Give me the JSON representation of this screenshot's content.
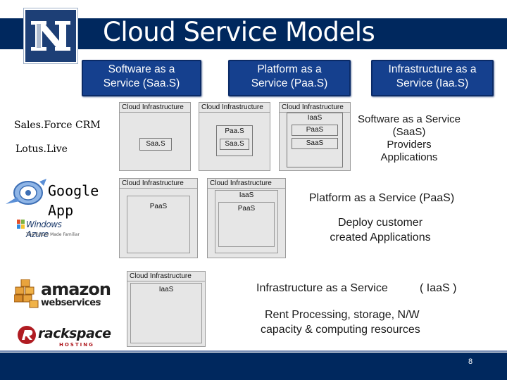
{
  "slide": {
    "title": "Cloud Service Models",
    "page_number": "8",
    "logo_letter": "N"
  },
  "models": [
    {
      "label_line1": "Software as a",
      "label_line2": "Service (Saa.S)"
    },
    {
      "label_line1": "Platform as a",
      "label_line2": "Service (Paa.S)"
    },
    {
      "label_line1": "Infrastructure as a",
      "label_line2": "Service (Iaa.S)"
    }
  ],
  "examples": {
    "salesforce": "Sales.Force CRM",
    "lotus": "Lotus.Live",
    "google_line1": "Google",
    "google_line2": "App",
    "azure": "Windows Azure",
    "azure_tagline": "The Future Made Familiar",
    "amazon_main": "amazon",
    "amazon_sub": "webservices",
    "amazon_tm": "™",
    "rackspace_main": "rackspace",
    "rackspace_sub": "HOSTING"
  },
  "diagram": {
    "cloud_infra": "Cloud Infrastructure",
    "saas": "SaaS",
    "paas": "PaaS",
    "iaas": "IaaS",
    "saas_stack_top": "Saa.S",
    "paas_label": "Paa.S",
    "saas_b": "Saa.S"
  },
  "descriptions": {
    "saas_line1": "Software as a Service",
    "saas_line2": "(SaaS)",
    "saas_line3": "Providers",
    "saas_line4": "Applications",
    "paas_line1": "Platform as a Service (PaaS)",
    "paas_line2": "Deploy customer",
    "paas_line3": "created Applications",
    "iaas_line1": "Infrastructure as a Service",
    "iaas_line1b": "( IaaS )",
    "iaas_line2": "Rent Processing, storage, N/W",
    "iaas_line3": "capacity &  computing resources"
  },
  "colors": {
    "header_navy": "#00285e",
    "model_blue": "#15408e"
  }
}
